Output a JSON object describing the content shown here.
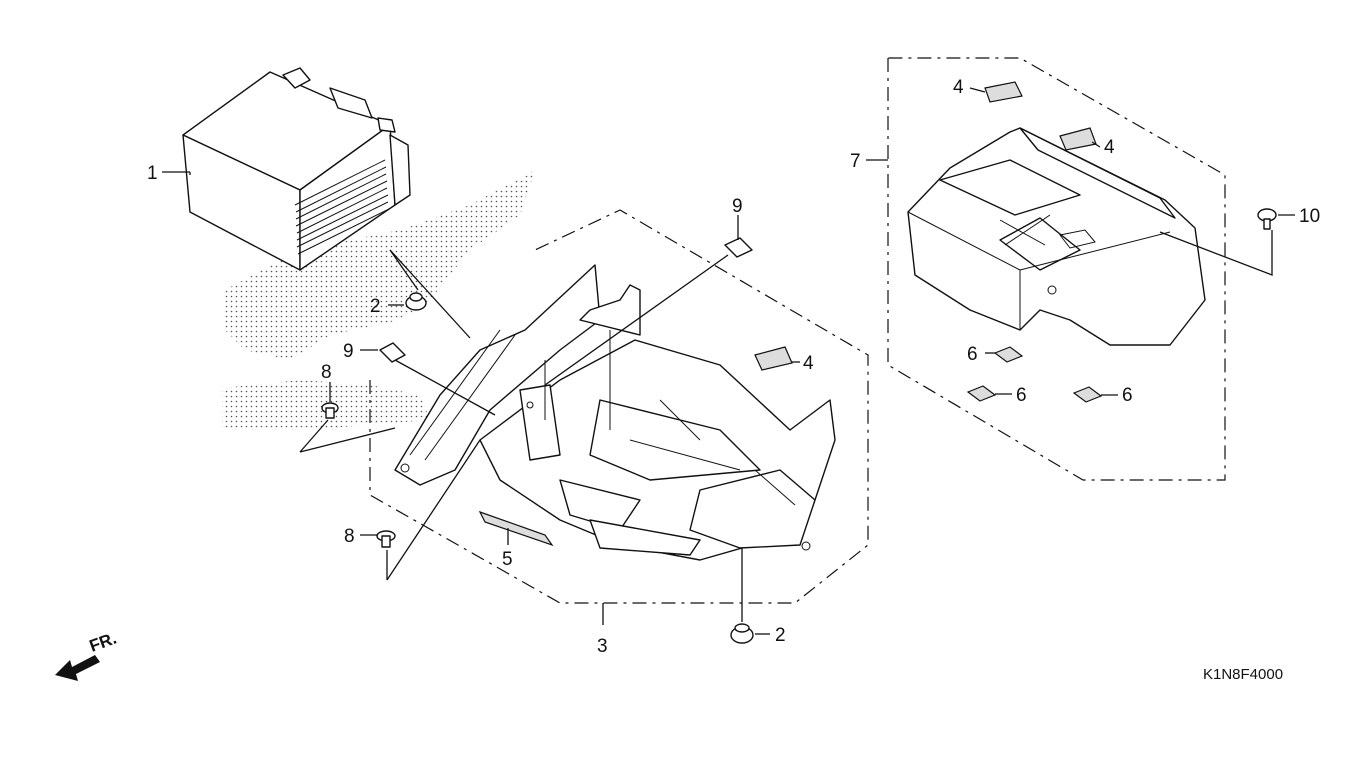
{
  "diagram": {
    "callouts": [
      {
        "id": "1",
        "text": "1"
      },
      {
        "id": "2a",
        "text": "2"
      },
      {
        "id": "2b",
        "text": "2"
      },
      {
        "id": "3",
        "text": "3"
      },
      {
        "id": "4a",
        "text": "4"
      },
      {
        "id": "4b",
        "text": "4"
      },
      {
        "id": "4c",
        "text": "4"
      },
      {
        "id": "5",
        "text": "5"
      },
      {
        "id": "6a",
        "text": "6"
      },
      {
        "id": "6b",
        "text": "6"
      },
      {
        "id": "6c",
        "text": "6"
      },
      {
        "id": "7",
        "text": "7"
      },
      {
        "id": "8a",
        "text": "8"
      },
      {
        "id": "8b",
        "text": "8"
      },
      {
        "id": "9a",
        "text": "9"
      },
      {
        "id": "9b",
        "text": "9"
      },
      {
        "id": "10",
        "text": "10"
      }
    ],
    "direction_label": "FR.",
    "diagram_code": "K1N8F4000"
  }
}
